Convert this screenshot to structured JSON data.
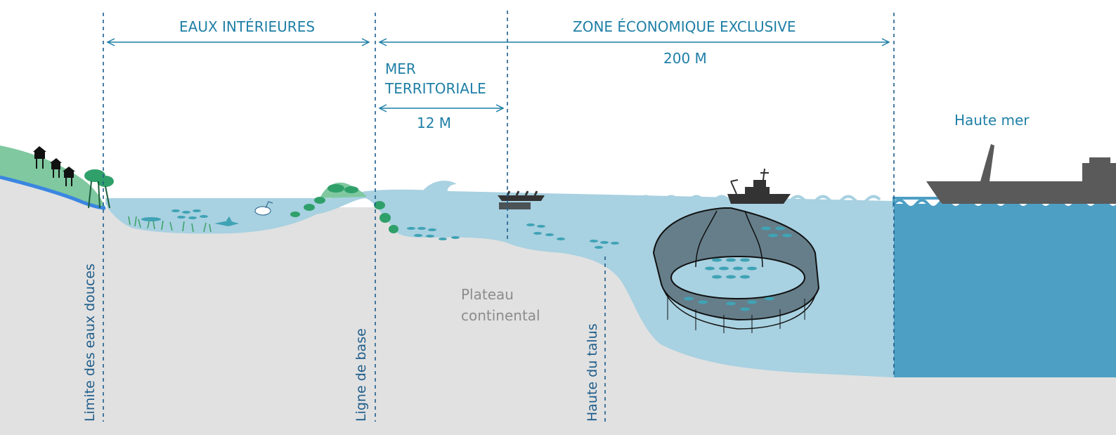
{
  "zones": {
    "inland_waters": "EAUX INTÉRIEURES",
    "eez": "ZONE ÉCONOMIQUE EXCLUSIVE",
    "eez_distance": "200 M",
    "territorial_sea_line1": "MER",
    "territorial_sea_line2": "TERRITORIALE",
    "territorial_distance": "12 M",
    "high_seas": "Haute mer"
  },
  "boundaries": {
    "freshwater_limit": "Limite des eaux douces",
    "baseline": "Ligne de base",
    "slope_top": "Haute du talus"
  },
  "seabed": {
    "shelf_line1": "Plateau",
    "shelf_line2": "continental"
  },
  "colors": {
    "coastal_water": "#a8d1e1",
    "high_seas_water": "#4d9fc4",
    "seabed": "#e1e1e1",
    "land_green": "#7fc8a0",
    "label_blue": "#1f7fa6",
    "boundary_line": "#1f5d8a",
    "fish": "#3fa3b5",
    "ship": "#5a5a5a"
  }
}
